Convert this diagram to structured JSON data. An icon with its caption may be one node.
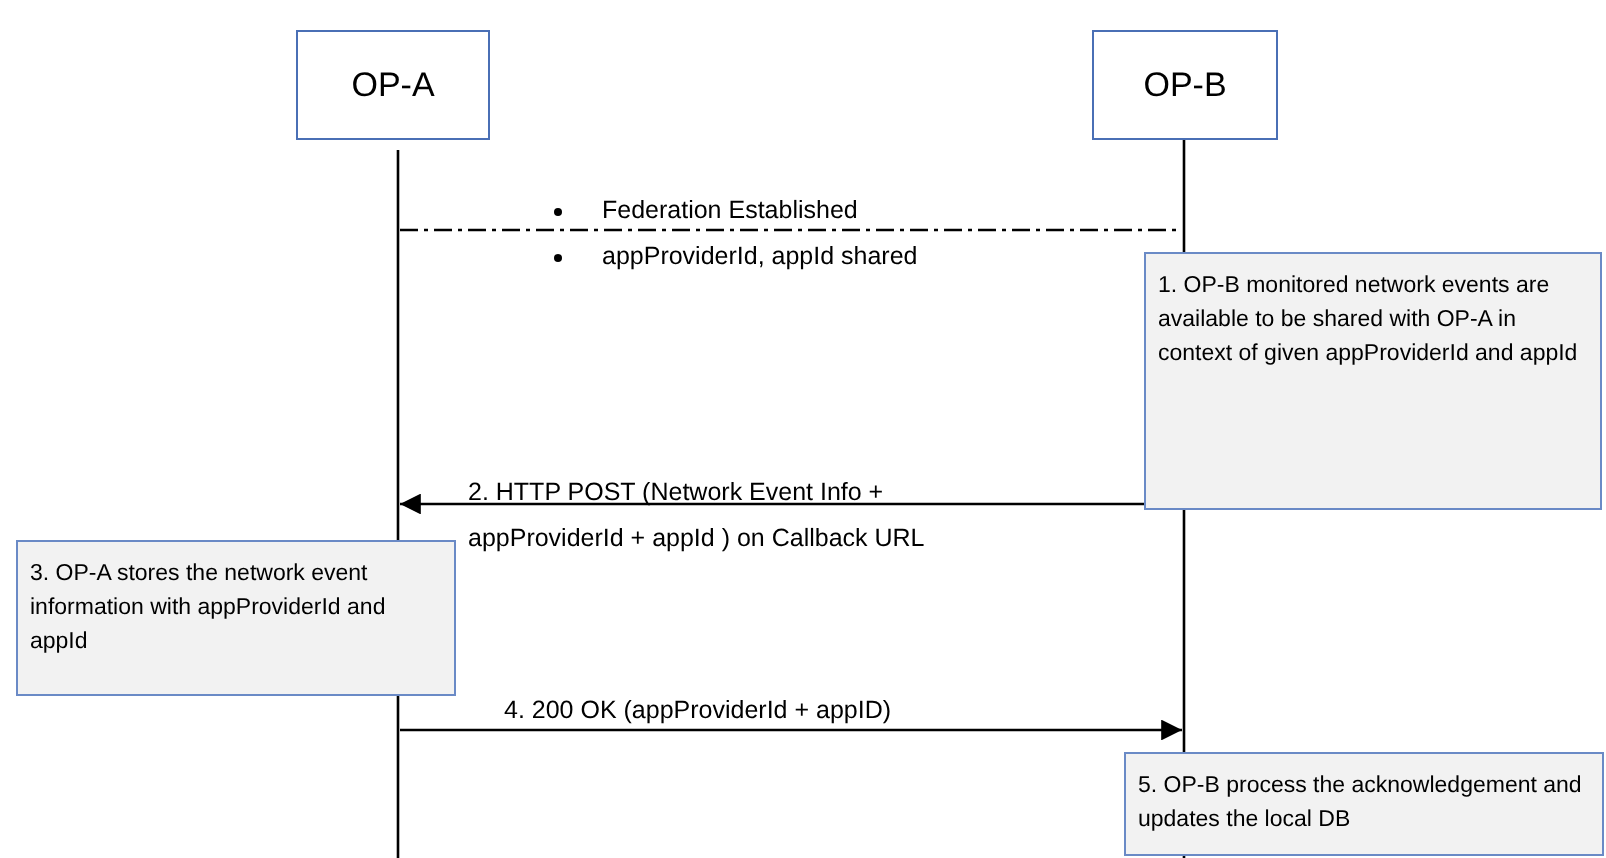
{
  "diagram": {
    "nodes": [
      {
        "text": [
          "OP-A"
        ]
      },
      {
        "text": [
          "OP-B"
        ]
      },
      {
        "text": [
          "1. OP-B monitored network events are available to be shared with OP-A in context of given appProviderId and appId"
        ]
      },
      {
        "text": [
          "3. OP-A stores the network event information with appProviderId and appId"
        ]
      },
      {
        "text": [
          "5. OP-B process the acknowledgement and updates the local DB"
        ]
      }
    ],
    "edges": [
      {
        "from": 0,
        "to": 1,
        "arrow": "none",
        "style": "dashed",
        "label": "Federation Established"
      },
      {
        "from": 1,
        "to": 0,
        "arrow": "to",
        "label": "2. HTTP POST (Network Event Info + appProviderId + appId ) on Callback URL"
      },
      {
        "from": 0,
        "to": 1,
        "arrow": "to",
        "label": "4. 200 OK (appProviderId + appID)"
      }
    ],
    "labels": [
      "appProviderId, appId shared"
    ]
  }
}
